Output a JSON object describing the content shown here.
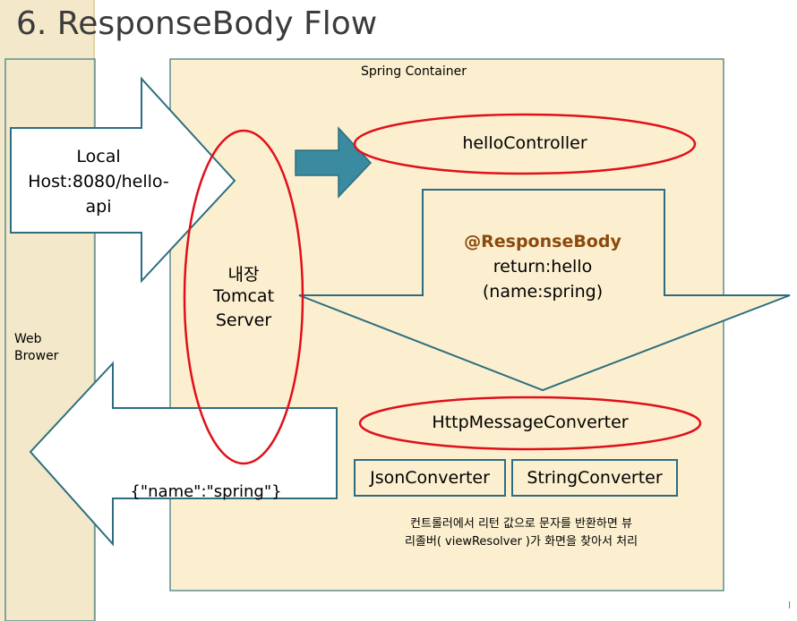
{
  "title": "6. ResponseBody Flow",
  "nodes": {
    "spring_container": "Spring Container",
    "web_browser": [
      "Web",
      "Brower"
    ],
    "request_url": [
      "Local",
      "Host:8080/hello-",
      "api"
    ],
    "tomcat": [
      "내장",
      "Tomcat",
      "Server"
    ],
    "hello_controller": "helloController",
    "annotation": "@ResponseBody",
    "return_lines": [
      "return:hello",
      "(name:spring)"
    ],
    "http_message_converter": "HttpMessageConverter",
    "json_converter": "JsonConverter",
    "string_converter": "StringConverter",
    "response_body": "{\"name\":\"spring\"}",
    "note": [
      "컨트롤러에서 리턴 값으로 문자를 반환하면 뷰",
      "리졸버( viewResolver )가 화면을 찾아서 처리"
    ],
    "corner_mark": "l"
  },
  "colors": {
    "container_fill": "#fcefcf",
    "container_border": "#5b8f8c",
    "highlight_ellipse": "#e0101b",
    "teal_arrow": "#3a8aa0",
    "annotation_text": "#8b4a0c",
    "outline_arrow": "#2c6e80"
  }
}
